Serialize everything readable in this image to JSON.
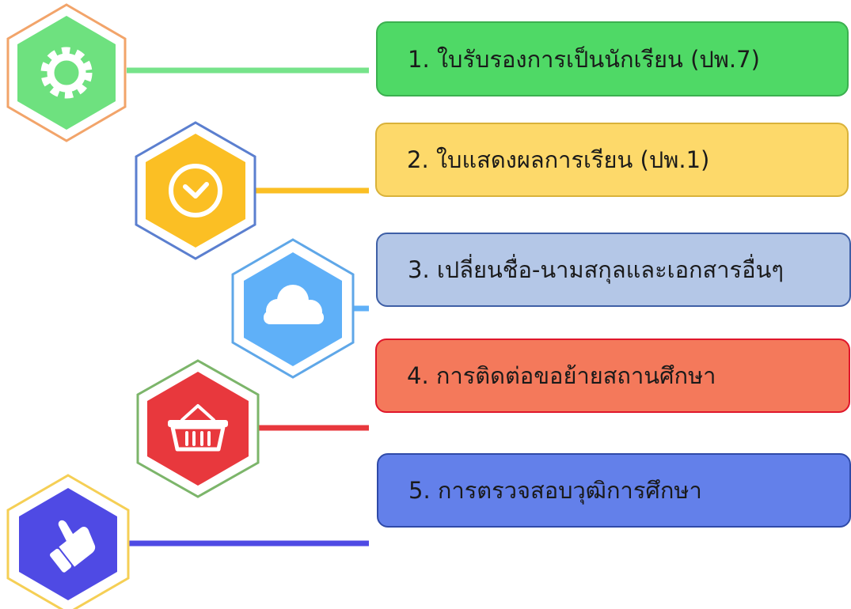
{
  "menu": {
    "items": [
      {
        "label": "1. ใบรับรองการเป็นนักเรียน (ปพ.7)",
        "icon": "gear-icon",
        "card_color": "#4fd966",
        "card_border": "#3bb04f",
        "hex_color": "#6ee17f",
        "hex_outline": "#f2a46a",
        "line_color": "#76e38a"
      },
      {
        "label": "2. ใบแสดงผลการเรียน (ปพ.1)",
        "icon": "clock-icon",
        "card_color": "#fdd96a",
        "card_border": "#d9b23a",
        "hex_color": "#fbbf24",
        "hex_outline": "#5b7fcf",
        "line_color": "#fbbf24"
      },
      {
        "label": "3. เปลี่ยนชื่อ-นามสกุลและเอกสารอื่นๆ",
        "icon": "cloud-icon",
        "card_color": "#b4c7e7",
        "card_border": "#3e5fa6",
        "hex_color": "#5fb0f8",
        "hex_outline": "#5fa7e8",
        "line_color": "#5fb0f8"
      },
      {
        "label": "4. การติดต่อขอย้ายสถานศึกษา",
        "icon": "basket-icon",
        "card_color": "#f4795b",
        "card_border": "#e0162b",
        "hex_color": "#e8383d",
        "hex_outline": "#7cb56a",
        "line_color": "#e8383d"
      },
      {
        "label": "5. การตรวจสอบวุฒิการศึกษา",
        "icon": "thumbs-up-icon",
        "card_color": "#6380ea",
        "card_border": "#2f4aa8",
        "hex_color": "#4f4ae4",
        "hex_outline": "#f5cf55",
        "line_color": "#4f4ae4"
      }
    ]
  }
}
